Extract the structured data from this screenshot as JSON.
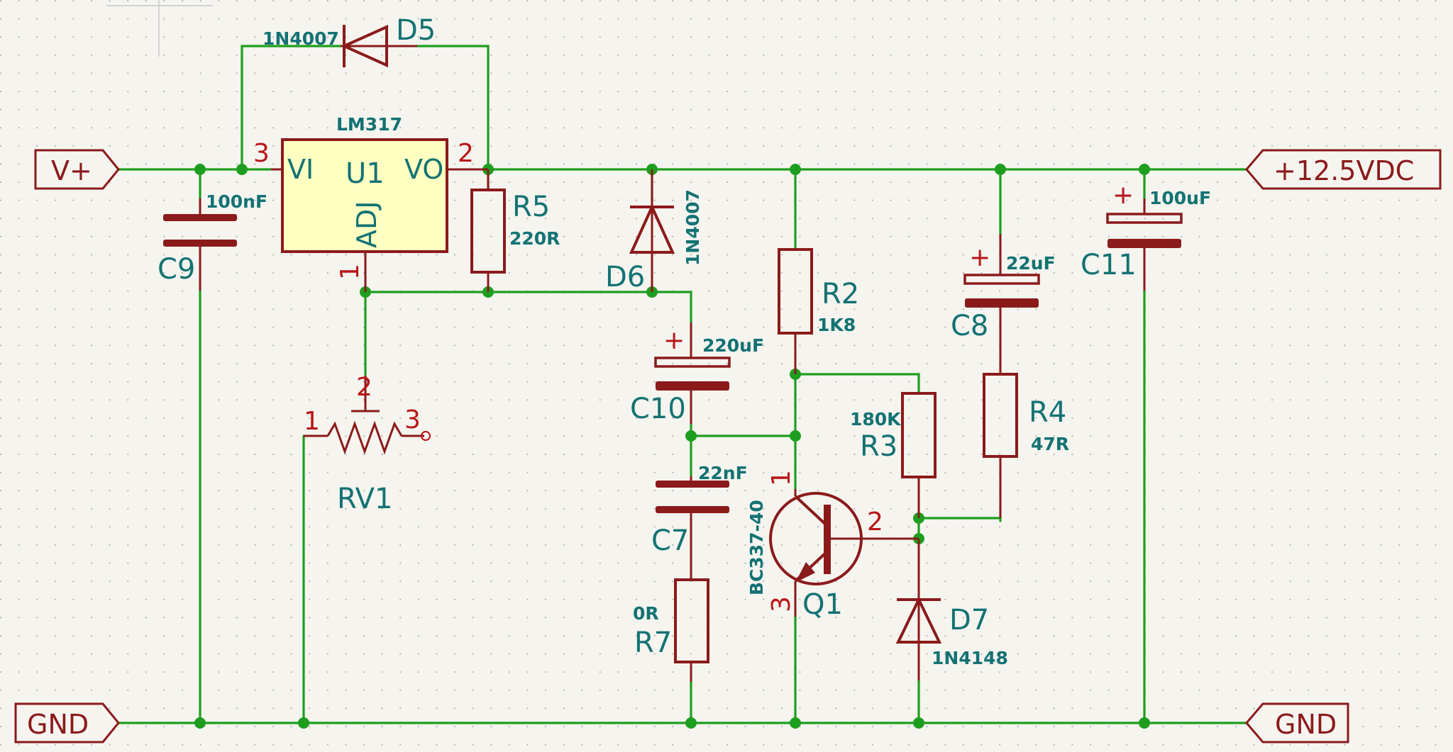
{
  "ports": {
    "vin": "V+",
    "vout": "+12.5VDC",
    "gnd_left": "GND",
    "gnd_right": "GND"
  },
  "components": {
    "U1": {
      "ref": "U1",
      "value": "LM317",
      "pin_vi": "VI",
      "pin_vo": "VO",
      "pin_adj": "ADJ",
      "pin1": "1",
      "pin2": "2",
      "pin3": "3"
    },
    "D5": {
      "ref": "D5",
      "value": "1N4007"
    },
    "D6": {
      "ref": "D6",
      "value": "1N4007"
    },
    "D7": {
      "ref": "D7",
      "value": "1N4148"
    },
    "C9": {
      "ref": "C9",
      "value": "100nF"
    },
    "C10": {
      "ref": "C10",
      "value": "220uF",
      "polarity": "+"
    },
    "C7": {
      "ref": "C7",
      "value": "22nF"
    },
    "C8": {
      "ref": "C8",
      "value": "22uF",
      "polarity": "+"
    },
    "C11": {
      "ref": "C11",
      "value": "100uF",
      "polarity": "+"
    },
    "R5": {
      "ref": "R5",
      "value": "220R"
    },
    "R2": {
      "ref": "R2",
      "value": "1K8"
    },
    "R3": {
      "ref": "R3",
      "value": "180K"
    },
    "R4": {
      "ref": "R4",
      "value": "47R"
    },
    "R7": {
      "ref": "R7",
      "value": "0R"
    },
    "RV1": {
      "ref": "RV1",
      "pin1": "1",
      "pin2": "2",
      "pin3": "3"
    },
    "Q1": {
      "ref": "Q1",
      "value": "BC337-40",
      "pin1": "1",
      "pin2": "2",
      "pin3": "3"
    }
  },
  "colors": {
    "wire": "#1e9e1e",
    "symbol": "#8b1a1a",
    "text": "#137273",
    "pin_number": "#b81616",
    "ic_fill": "#ffffc2",
    "background": "#f5f4ef"
  }
}
